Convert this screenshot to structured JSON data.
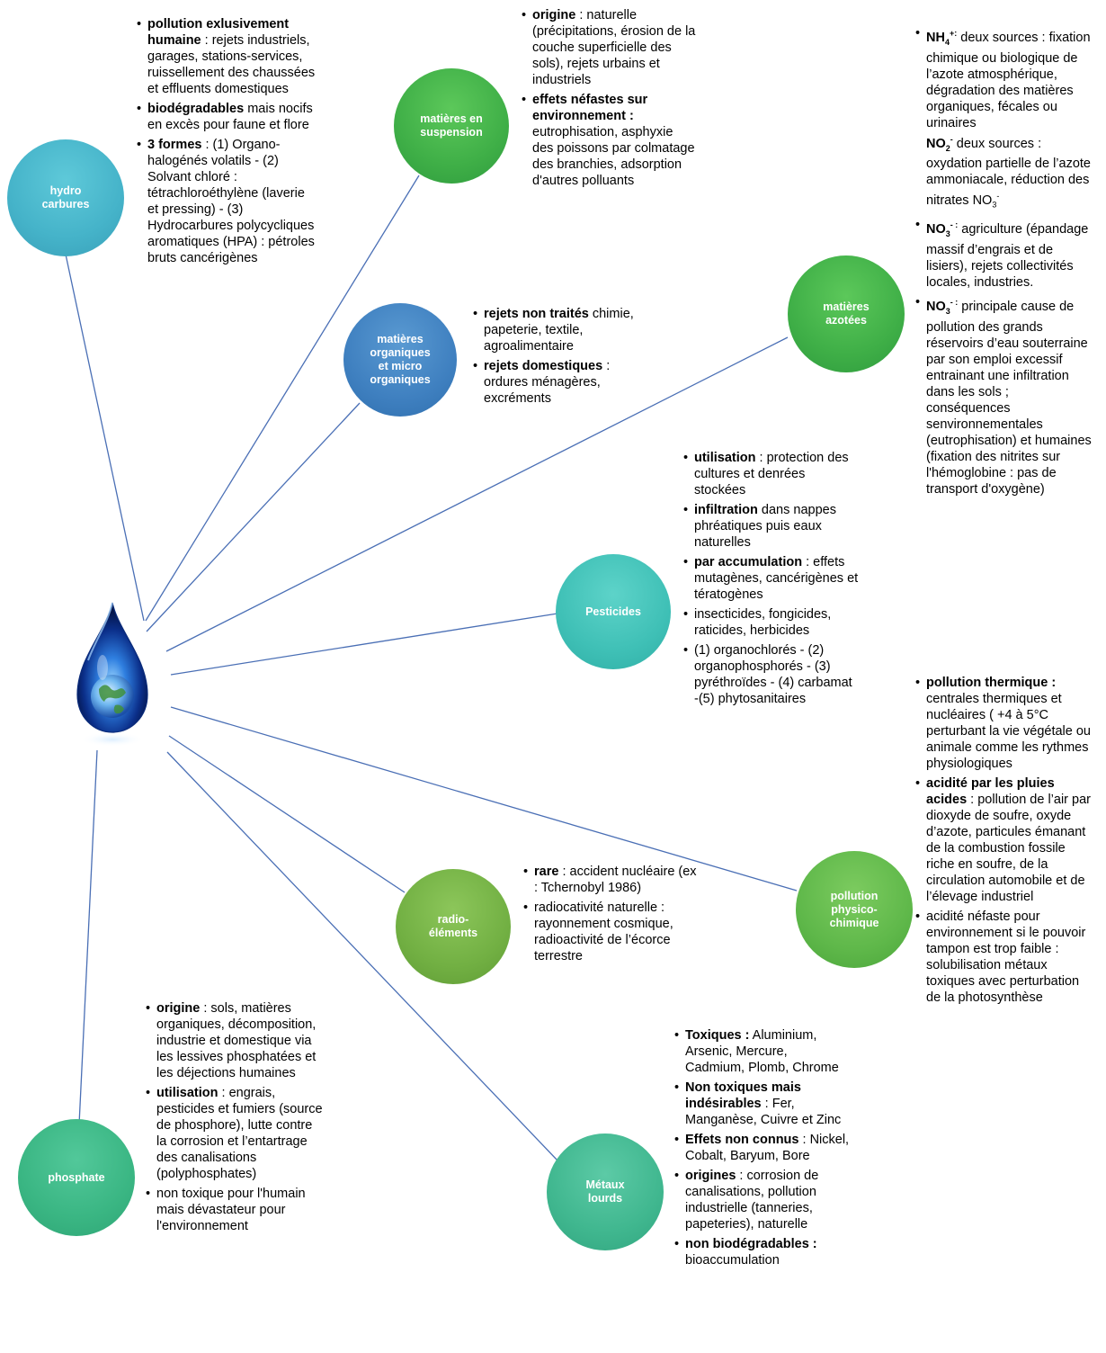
{
  "nodes": {
    "hydrocarbures": [
      "hydro",
      "carbures"
    ],
    "matieres_suspension": [
      "matières en",
      "suspension"
    ],
    "matieres_organiques": [
      "matières",
      "organiques",
      "et micro",
      "organiques"
    ],
    "matieres_azotees": [
      "matières",
      "azotées"
    ],
    "pesticides": [
      "Pesticides"
    ],
    "pollution_physico": [
      "pollution",
      "physico-",
      "chimique"
    ],
    "radio_elements": [
      "radio-",
      "éléments"
    ],
    "phosphate": [
      "phosphate"
    ],
    "metaux_lourds": [
      "Métaux",
      "lourds"
    ]
  },
  "hydrocarbures_text": {
    "b1_bold": "pollution exlusivement humaine",
    "b1_text": " : rejets industriels, garages, stations-services, ruissellement des chaussées et effluents domestiques",
    "b2_bold": "biodégradables",
    "b2_text": " mais nocifs en excès pour faune et flore",
    "b3_bold": "3 formes",
    "b3_text": " : (1) Organo-halogénés volatils - (2) Solvant chloré : tétrachloroéthylène (laverie et pressing) - (3) Hydrocarbures polycycliques aromatiques (HPA) : pétroles bruts cancérigènes"
  },
  "suspension_text": {
    "b1_bold": "origine",
    "b1_text": " : naturelle (précipitations, érosion de la couche superficielle des sols), rejets urbains et industriels",
    "b2_bold": "effets néfastes sur environnement :",
    "b2_text": " eutrophisation, asphyxie des poissons par colmatage des branchies, adsorption d'autres polluants"
  },
  "organiques_text": {
    "b1_bold": "rejets non traités",
    "b1_text": " chimie, papeterie, textile, agroalimentaire",
    "b2_bold": "rejets domestiques",
    "b2_text": " : ordures ménagères, excréments"
  },
  "azotees_text": {
    "nh4": "NH",
    "nh4_sub": "4",
    "nh4_sup": "+:",
    "nh4_text": " deux sources : fixation chimique ou biologique de l’azote atmosphérique, dégradation des matières organiques, fécales ou urinaires",
    "no2": "NO",
    "no2_sub": "2",
    "no2_sup": "-",
    "no2_text": " deux sources : oxydation partielle de l’azote ammoniacale, réduction des nitrates NO",
    "no2_tail_sub": "3",
    "no2_tail_sup": "-",
    "no3a": "NO",
    "no3a_sub": "3",
    "no3a_sup": "- :",
    "no3a_text": " agriculture (épandage massif d’engrais et de lisiers), rejets collectivités locales, industries.",
    "no3b": "NO",
    "no3b_sub": "3",
    "no3b_sup": "- :",
    "no3b_text": " principale cause de pollution des grands réservoirs d’eau souterraine par son emploi excessif entrainant une infiltration dans les sols ; conséquences senvironnementales (eutrophisation) et humaines (fixation des nitrites sur l'hémoglobine : pas de transport d'oxygène)"
  },
  "pesticides_text": {
    "b1_bold": "utilisation",
    "b1_text": " : protection des cultures et denrées stockées",
    "b2_bold": "infiltration",
    "b2_text": " dans nappes phréatiques puis eaux naturelles",
    "b3_bold": "par accumulation",
    "b3_text": " : effets mutagènes, cancérigènes et tératogènes",
    "b4_text": "insecticides, fongicides, raticides, herbicides",
    "b5_text": "(1) organochlorés - (2) organophosphorés - (3) pyréthroïdes - (4) carbamat -(5) phytosanitaires"
  },
  "physico_text": {
    "b1_bold": "pollution thermique :",
    "b1_text": " centrales thermiques et nucléaires ( +4 à 5°C perturbant la vie végétale ou animale comme les rythmes physiologiques",
    "b2_bold": "acidité par les pluies acides",
    "b2_text": " :  pollution de l’air par dioxyde de soufre, oxyde d’azote, particules émanant de la combustion fossile riche en soufre, de la circulation automobile et de l’élevage industriel",
    "b3_text": "acidité néfaste pour environnement si le pouvoir tampon est trop faible : solubilisation métaux toxiques avec perturbation de la photosynthèse"
  },
  "radio_text": {
    "b1_bold": "rare",
    "b1_text": " : accident nucléaire (ex : Tchernobyl 1986)",
    "b2_text": "radiocativité naturelle : rayonnement cosmique, radioactivité de l’écorce terrestre"
  },
  "phosphate_text": {
    "b1_bold": "origine",
    "b1_text": " : sols, matières organiques, décomposition, industrie et domestique via les lessives phosphatées et les déjections humaines",
    "b2_bold": "utilisation",
    "b2_text": " : engrais, pesticides et fumiers (source de phosphore), lutte contre la corrosion et l’entartrage des canalisations (polyphosphates)",
    "b3_text": "non toxique pour l'humain mais dévastateur pour l'environnement"
  },
  "metaux_text": {
    "b1_bold": "Toxiques :",
    "b1_text": " Aluminium, Arsenic, Mercure, Cadmium, Plomb, Chrome",
    "b2_bold": "Non toxiques mais indésirables",
    "b2_text": " : Fer, Manganèse, Cuivre et Zinc",
    "b3_bold": "Effets non connus",
    "b3_text": " : Nickel, Cobalt, Baryum, Bore",
    "b4_bold": "origines",
    "b4_text": " : corrosion de canalisations, pollution industrielle (tanneries, papeteries), naturelle",
    "b5_bold": "non biodégradables :",
    "b5_text": " bioaccumulation"
  },
  "colors": {
    "connector": "#4a6fb5",
    "hydrocarbures": "#45b3c9",
    "suspension": "#3faf47",
    "organiques": "#3f80c0",
    "azotees": "#3faf47",
    "pesticides": "#3fc0b6",
    "physico": "#4ab04a",
    "radio": "#72b043",
    "phosphate": "#3ab683",
    "metaux": "#40b78f"
  },
  "icons": {
    "center": "water-drop-globe-icon"
  }
}
